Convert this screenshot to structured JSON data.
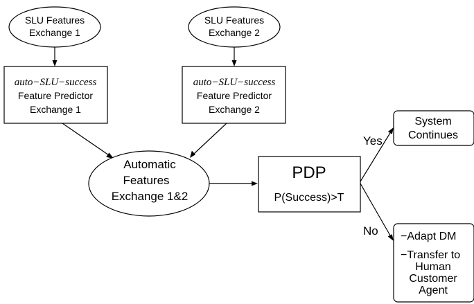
{
  "nodes": {
    "slu1": [
      "SLU Features",
      "Exchange 1"
    ],
    "slu2": [
      "SLU Features",
      "Exchange 2"
    ],
    "pred1": [
      "auto−SLU−success",
      "Feature Predictor",
      "Exchange 1"
    ],
    "pred2": [
      "auto−SLU−success",
      "Feature Predictor",
      "Exchange 2"
    ],
    "auto": [
      "Automatic",
      "Features",
      "Exchange 1&2"
    ],
    "pdp": {
      "title": "PDP",
      "condition": "P(Success)>T"
    },
    "continues": [
      "System",
      "Continues"
    ],
    "adapt": [
      "−Adapt DM",
      "−Transfer to",
      "Human",
      "Customer",
      "Agent"
    ]
  },
  "edges": {
    "yes": "Yes",
    "no": "No"
  }
}
